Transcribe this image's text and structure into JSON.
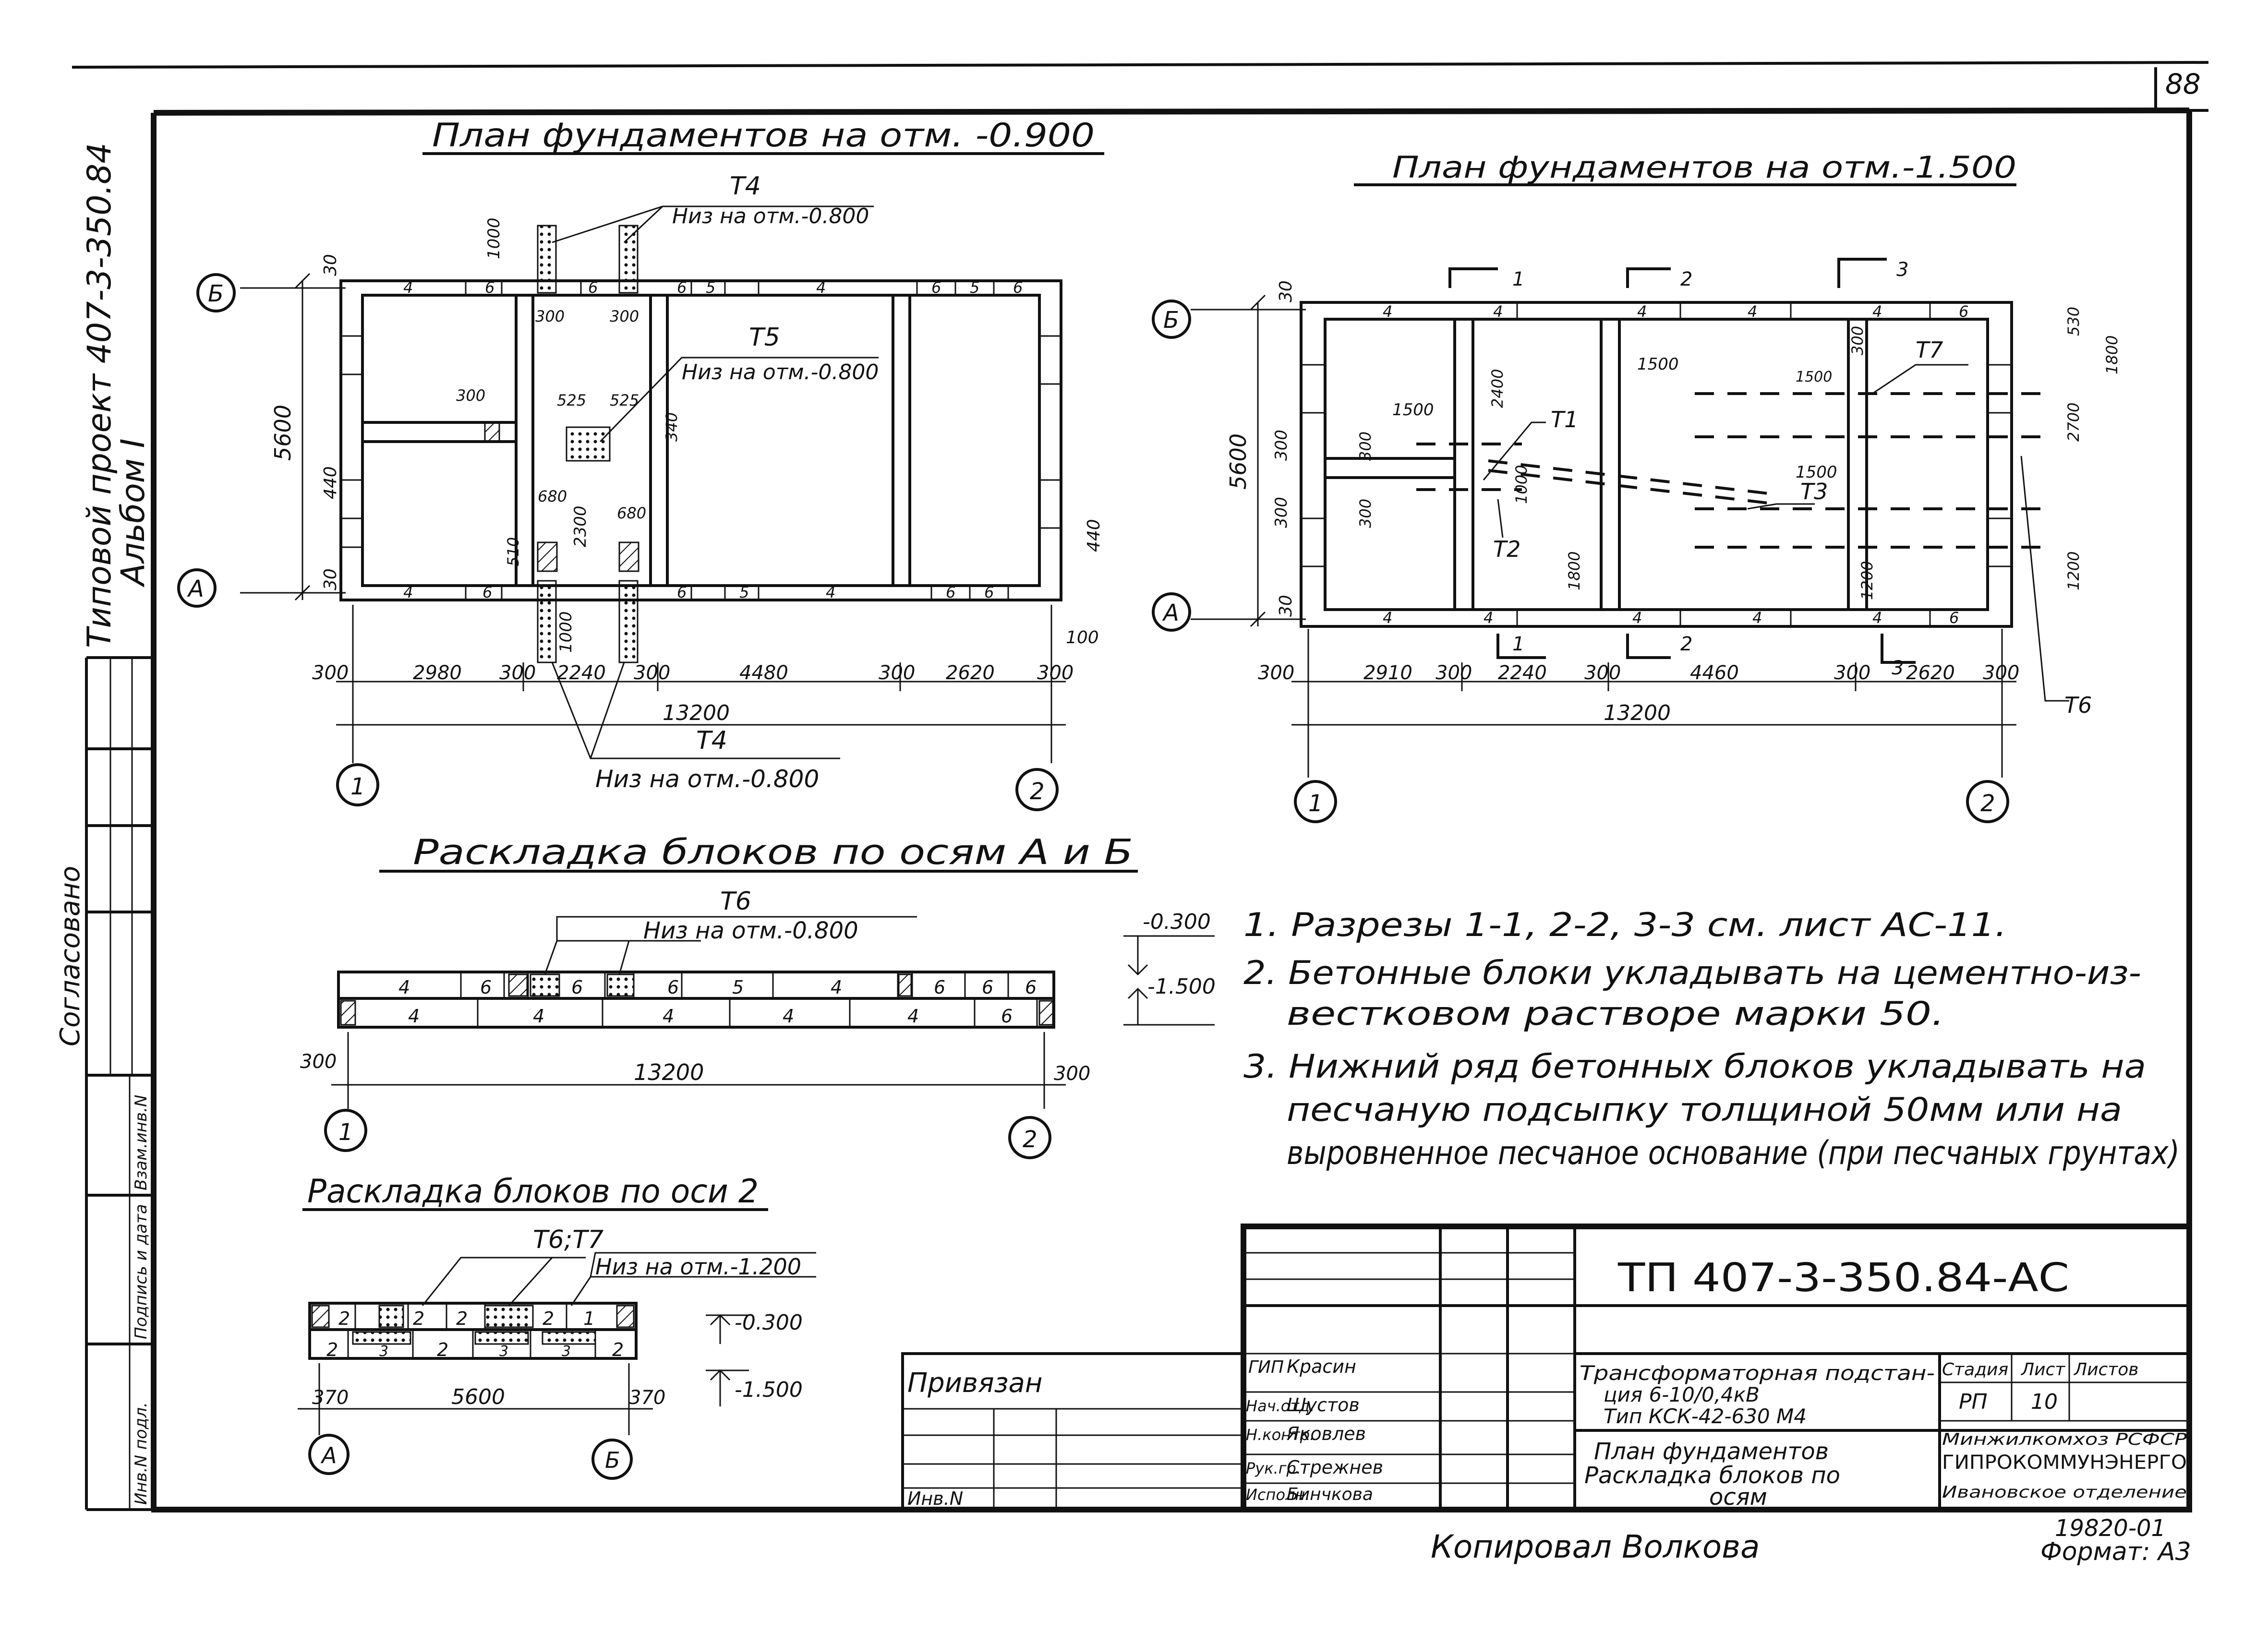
{
  "page_number": "88",
  "side_stamp": {
    "line1": "Типовой проект 407-3-350.84",
    "line2": "Альбом I"
  },
  "side_columns": {
    "agreed": "Согласовано",
    "inv_podl": "Инв.N подл.",
    "sign_date": "Подпись и дата",
    "vzam_inv": "Взам.инв.N"
  },
  "plan1": {
    "title": "План фундаментов на отм. -0.900",
    "axis_a": "А",
    "axis_b": "Б",
    "axis_1": "1",
    "axis_2": "2",
    "t4_top": "Т4",
    "note_t4_top": "Низ на отм.-0.800",
    "t5": "Т5",
    "note_t5": "Низ на отм.-0.800",
    "t4_bottom": "Т4",
    "note_t4_bottom": "Низ на отм.-0.800",
    "dim_total": "13200",
    "dim_height": "5600",
    "dims_bottom": [
      "300",
      "2980",
      "300",
      "2240",
      "300",
      "4480",
      "300",
      "2620",
      "300"
    ],
    "dims_misc": [
      "1000",
      "1000",
      "300",
      "300",
      "300",
      "525",
      "525",
      "440",
      "680",
      "680",
      "510",
      "300",
      "300",
      "2300",
      "340",
      "30",
      "30",
      "440",
      "100"
    ],
    "blocks_top": [
      "4",
      "6",
      "6",
      "6",
      "5",
      "4",
      "6",
      "5",
      "6"
    ],
    "blocks_bottom": [
      "4",
      "6",
      "6",
      "5",
      "4",
      "6",
      "6"
    ]
  },
  "plan2": {
    "title": "План фундаментов на отм.-1.500",
    "axis_a": "А",
    "axis_b": "Б",
    "axis_1": "1",
    "axis_2": "2",
    "t1": "Т1",
    "t2": "Т2",
    "t3": "Т3",
    "t6": "Т6",
    "t7": "Т7",
    "dim_total": "13200",
    "dim_height": "5600",
    "dims_bottom": [
      "300",
      "2910",
      "300",
      "2240",
      "300",
      "4460",
      "300",
      "2620",
      "300"
    ],
    "dims_misc": [
      "1500",
      "1500",
      "1500",
      "1000",
      "2400",
      "1800",
      "300",
      "300",
      "300",
      "1200",
      "1200",
      "530",
      "1800",
      "2700",
      "1500",
      "30",
      "30"
    ],
    "section_marks": [
      "1",
      "1",
      "2",
      "2",
      "3",
      "3"
    ],
    "blocks_top": [
      "4",
      "4",
      "4",
      "4",
      "4",
      "6"
    ],
    "blocks_bottom": [
      "4",
      "4",
      "4",
      "4",
      "4",
      "6"
    ]
  },
  "layout_ab": {
    "title": "Раскладка блоков по осям А и Б",
    "t6": "Т6",
    "note": "Низ на отм.-0.800",
    "top_row": [
      "4",
      "6",
      "6",
      "6",
      "5",
      "4",
      "6",
      "6",
      "6"
    ],
    "bottom_row": [
      "4",
      "4",
      "4",
      "4",
      "4",
      "6"
    ],
    "level_top": "-0.300",
    "level_bottom": "-1.500",
    "dim_total": "13200",
    "dim_left": "300",
    "dim_right": "300",
    "axis_1": "1",
    "axis_2": "2"
  },
  "layout_2": {
    "title": "Раскладка блоков по оси 2",
    "t6t7": "Т6;Т7",
    "note": "Низ на отм.-1.200",
    "top_row": [
      "2",
      "2",
      "2",
      "2",
      "1"
    ],
    "bottom_row": [
      "2",
      "3",
      "2",
      "3",
      "3",
      "2"
    ],
    "level_top": "-0.300",
    "level_bottom": "-1.500",
    "dim_total": "5600",
    "dim_left": "370",
    "dim_right": "370",
    "axis_a": "А",
    "axis_b": "Б"
  },
  "notes": [
    "1. Разрезы 1-1, 2-2, 3-3 см. лист АС-11.",
    "2. Бетонные блоки укладывать на цементно-из-",
    "вестковом растворе марки 50.",
    "3. Нижний ряд бетонных блоков укладывать на",
    "песчаную подсыпку толщиной 50мм или на",
    "выровненное песчаное основание (при песчаных грунтах)"
  ],
  "title_block": {
    "code": "ТП 407-3-350.84-АС",
    "tied": "Привязан",
    "inv_n": "Инв.N",
    "roles": [
      "ГИП",
      "Нач.отд.",
      "Н.контр.",
      "Рук.гр.",
      "Исполн."
    ],
    "names": [
      "Красин",
      "Шустов",
      "Яковлев",
      "Стрежнев",
      "Бинчкова"
    ],
    "project_l1": "Трансформаторная подстан-",
    "project_l2": "ция 6-10/0,4кВ",
    "project_l3": "Тип КСК-42-630 М4",
    "sheet_l1": "План фундаментов",
    "sheet_l2": "Раскладка блоков по",
    "sheet_l3": "осям",
    "stage_head": "Стадия",
    "sheet_head": "Лист",
    "sheets_head": "Листов",
    "stage": "РП",
    "sheet": "10",
    "org_l1": "Минжилкомхоз РСФСР",
    "org_l2": "ГИПРОКОММУНЭНЕРГО",
    "org_l3": "Ивановское отделение"
  },
  "footer": {
    "copied": "Копировал Волкова",
    "number": "19820-01",
    "format": "Формат: А3"
  }
}
